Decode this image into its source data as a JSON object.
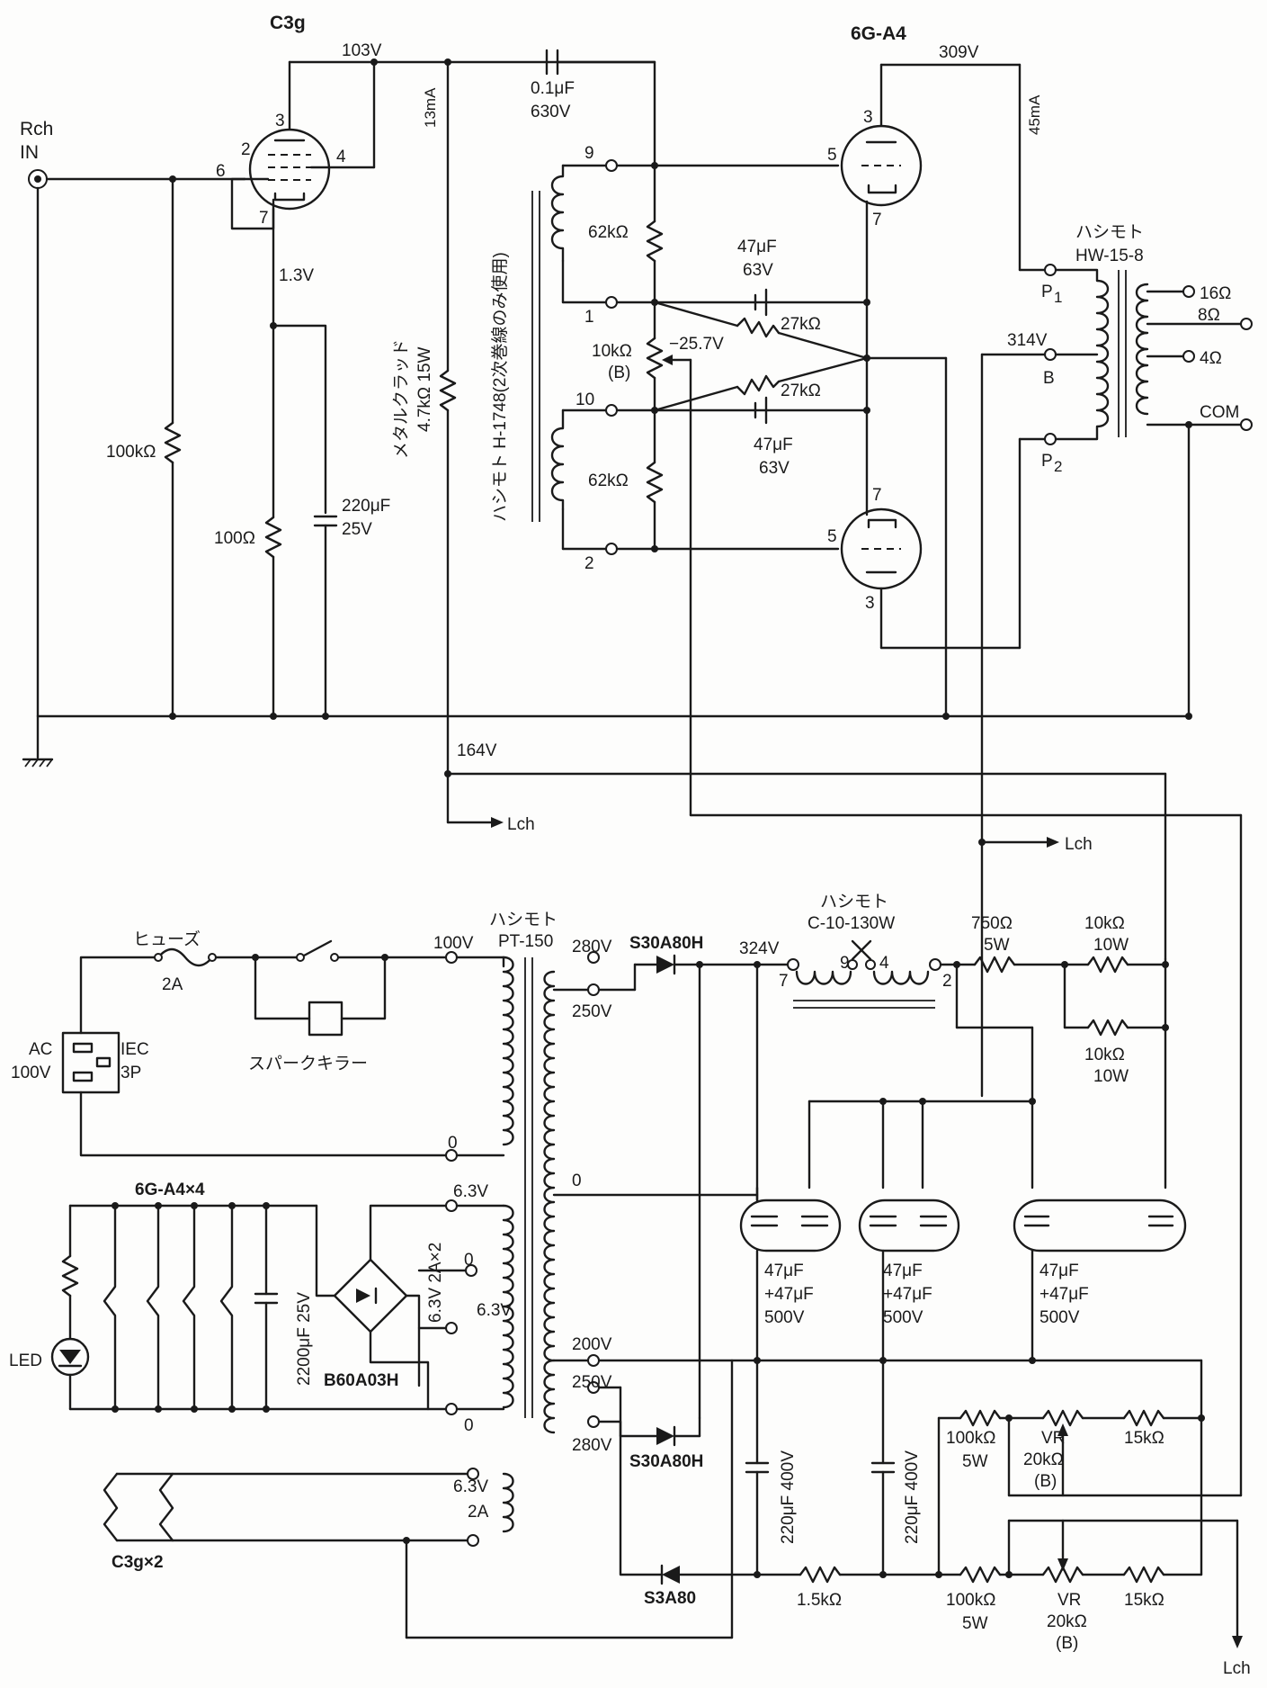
{
  "tubes": {
    "c3g": "C3g",
    "g6a4": "6G-A4",
    "pin_c3g_plate": "3",
    "pin_c3g_g1": "2",
    "pin_c3g_k": "6",
    "pin_c3g_g2": "4",
    "pin_c3g_7": "7",
    "pin_top_plate": "3",
    "pin_top_grid": "5",
    "pin_top_cathode": "7",
    "pin_bot_cathode": "7",
    "pin_bot_grid": "5",
    "pin_bot_plate": "3"
  },
  "input": {
    "line1": "Rch",
    "line2": "IN"
  },
  "voltages": {
    "v103": "103V",
    "v309": "309V",
    "v13ma": "13mA",
    "v45ma": "45mA",
    "v13": "1.3V",
    "v164": "164V",
    "v314": "314V",
    "vneg257": "−25.7V",
    "v324": "324V"
  },
  "coupling_cap": {
    "value": "0.1μF",
    "voltage": "630V"
  },
  "resistors": {
    "r100k": "100kΩ",
    "r100": "100Ω",
    "r62k_top": "62kΩ",
    "r62k_bot": "62kΩ",
    "r10k_pot": "10kΩ",
    "r10k_b": "(B)",
    "r27k_top": "27kΩ",
    "r27k_bot": "27kΩ",
    "r750": "750Ω",
    "r750_w": "5W",
    "r10k_1": "10kΩ",
    "r10k_1w": "10W",
    "r10k_2": "10kΩ",
    "r10k_2w": "10W",
    "r100k5w_1": "100kΩ",
    "r100k5w_1w": "5W",
    "r100k5w_2": "100kΩ",
    "r100k5w_2w": "5W",
    "r15k_1": "15kΩ",
    "r15k_2": "15kΩ",
    "r15k_3": "1.5kΩ",
    "vr1_l1": "VR",
    "vr1_l2": "20kΩ",
    "vr1_l3": "(B)",
    "vr2_l1": "VR",
    "vr2_l2": "20kΩ",
    "vr2_l3": "(B)"
  },
  "caps": {
    "c220_val": "220μF",
    "c220_v": "25V",
    "c47_top_val": "47μF",
    "c47_top_v": "63V",
    "c47_bot_val": "47μF",
    "c47_bot_v": "63V",
    "c2200": "2200μF 25V",
    "dual": "47μF",
    "dual2": "+47μF",
    "dual3": "500V",
    "c220_400_a": "220μF 400V",
    "c220_400_b": "220μF 400V"
  },
  "metalclad": {
    "line1": "メタルクラッド",
    "line2": "4.7kΩ 15W"
  },
  "interstage": {
    "label": "ハシモト H-1748(2次巻線のみ使用)",
    "p9": "9",
    "p1": "1",
    "p10": "10",
    "p2": "2"
  },
  "output_xfmr": {
    "brand": "ハシモト",
    "model": "HW-15-8",
    "p1": "P",
    "p1sub": "1",
    "b": "B",
    "p2": "P",
    "p2sub": "2",
    "t16": "16Ω",
    "t8": "8Ω",
    "t4": "4Ω",
    "com": "COM"
  },
  "lch": {
    "a": "Lch",
    "b": "Lch",
    "c": "Lch"
  },
  "power": {
    "brand": "ハシモト",
    "model": "PT-150",
    "fuse": "ヒューズ",
    "fuse_val": "2A",
    "spark": "スパークキラー",
    "ac1": "AC",
    "ac2": "100V",
    "iec1": "IEC",
    "iec2": "3P",
    "t100v": "100V",
    "t0": "0",
    "t280": "280V",
    "t250": "250V",
    "t63a": "6.3V",
    "t0a": "0",
    "t63b": "6.3V",
    "t0b": "0",
    "t2ax2": "6.3V 2A×2",
    "tc0": "0",
    "t200": "200V",
    "t250b": "250V",
    "t280b": "280V",
    "t63c": "6.3V",
    "t2a": "2A"
  },
  "choke": {
    "brand": "ハシモト",
    "model": "C-10-130W",
    "p7": "7",
    "p9": "9",
    "p4": "4",
    "p2": "2"
  },
  "diodes": {
    "d1": "S30A80H",
    "d2": "S30A80H",
    "d3": "S3A80",
    "bridge": "B60A03H"
  },
  "heaters": {
    "a4x4": "6G-A4×4",
    "c3gx2": "C3g×2",
    "led": "LED"
  }
}
